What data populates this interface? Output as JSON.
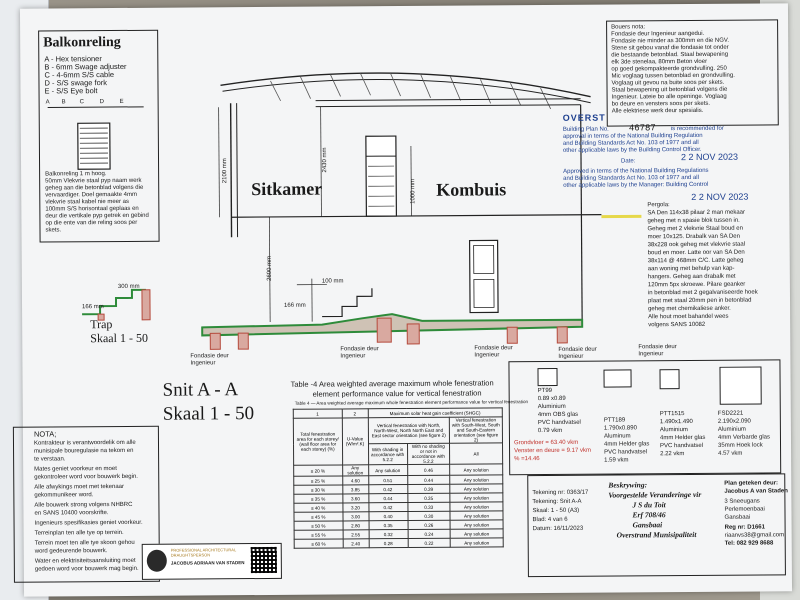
{
  "balkon": {
    "title": "Balkonreling",
    "legend": [
      "A - Hex tensioner",
      "B - 6mm Swage adjuster",
      "C - 4-6mm S/S cable",
      "D - S/S swage fork",
      "E - S/S Eye bolt"
    ],
    "letters": [
      "A",
      "B",
      "C",
      "D",
      "E"
    ],
    "notes": [
      "Balkonreling 1 m hoog.",
      "50mm Vlekvrie staal pyp naam werk",
      "geheg aan die betonblad volgens die",
      "vervaardiger. Doel gemaakte 4mm",
      "vlekvrie staal kabel nie meer as",
      "100mm S/S horisontaal geplaas en",
      "deur die vertikale pyp getrek en gebind",
      "op die ente van die reling soos per",
      "skets."
    ]
  },
  "bouers": {
    "title": "Bouers nota:",
    "lines": [
      "Fondasie deur Ingenieur aangedui.",
      "Fondasie nie minder as 300mm en die NGV.",
      "Stene sit gebou vanaf die fondasie tot onder",
      "die bestaande betonblad. Staal bewapening",
      "elk 3de stenelaa, 80mm Beton vloer",
      "op goed gekompakteerde grondvulling. 250",
      "Mic voglaag tussen betonblad en grondvulling.",
      "Voglaag uit gevou na buite soos per skets.",
      "Staal bewapening uit betonblad volgens die",
      "Ingenieur. Lateie bo alle openinge. Voglaag",
      "bo deure en vensters soos per skets.",
      "Alle elektriese werk deur spesialis."
    ],
    "overstrand_label": "OVERST",
    "approval_lines": [
      "Building Plan No.",
      "is recommended for",
      "approval in terms of the National Building Regulation",
      "and Building Standards Act No. 103 of 1977 and all",
      "other applicable laws by the Building Control Officer.",
      "Date:",
      "Approved in terms of the National Building Regulations",
      "and Building Standards Act No. 103 of 1977 and all",
      "other applicable laws by the Manager: Building Control"
    ],
    "plan_no": "46787",
    "date_stamp_1": "2 2 NOV 2023",
    "date_stamp_2": "2 2 NOV 2023"
  },
  "pergola": {
    "lines": [
      "Pergola:",
      "SA Den 114x38 pilaar 2 man mekaar",
      "geheg met n spasie blok tussen in.",
      "Geheg met 2 vlekvrie Staal boud en",
      "moer 10x125. Drabalk van SA Den",
      "38x228 ook geheg met vlekvrie staal",
      "boud en moer. Latte oor van SA Den",
      "38x114 @ 468mm C/C. Latte geheg",
      "aan woning met behulp van kap-",
      "hangers. Geheg aan drabalk met",
      "120mm 5px skroewe. Pilare geanker",
      "in betonblad met 2 gegalvaniseerde hoek",
      "plaat met staal 20mm pen in betonblad",
      "geheg met chemikaliese anker.",
      "Alle hout moet bahandel wees",
      "volgens SANS 10082"
    ]
  },
  "drawing": {
    "room_1": "Sitkamer",
    "room_2": "Kombuis",
    "dim_2100": "2100 mm",
    "dim_2430": "2430 mm",
    "dim_1000": "1000 mm",
    "dim_2600": "2600 mm",
    "dim_100": "100 mm",
    "dim_166": "166 mm",
    "dim_300": "300 mm",
    "dim_166_small": "166 mm",
    "fond_1": "Fondasie deur\nIngenieur",
    "fond_2": "Fondasie deur\nIngenieur",
    "fond_3": "Fondasie deur\nIngenieur",
    "fond_4": "Fondasie deur\nIngenieur",
    "fond_5": "Fondasie deur\nIngenieur",
    "trap_title": "Trap",
    "trap_scale": "Skaal 1 - 50",
    "snit_title": "Snit A - A",
    "snit_scale": "Skaal 1 - 50"
  },
  "nota": {
    "title": "NOTA;",
    "lines": [
      "Kontrakteur is verantwoordelik om alle",
      "munisipale bouregulasie na tekom en",
      "te verstaan.",
      "Mates geniet voorkeur en moet",
      "gekontroleer word voor bouwerk begin.",
      "Alle afwykings moet met tekenaar",
      "gekommunikeer word.",
      "Alle bouwerk strong volgens NHBRC",
      "en SANS 10400 voorskrifte.",
      "Ingenieurs spesifikasies geniet voorkeur.",
      "Terreinplan ten alle tye op terrein.",
      "Terrein moet ten alle tye skoon gehou",
      "word gedeurende bouwerk.",
      "Water en elektrisiteitsaansluiting moet",
      "gedoen word voor bouwerk mag begin."
    ]
  },
  "logo": {
    "line_1": "PROFESSIONAL ARCHITECTURAL",
    "line_2": "DRAUGHTSPERSON",
    "name": "JACOBUS ADRIAAN VAN STADEN"
  },
  "table4": {
    "title": "Table -4 Area weighted average maximum whole fenestration",
    "title_2": "element performance value for vertical fenestration",
    "sub": "Table 4 — Area weighted average maximum whole fenestration element performance value for vertical fenestration",
    "col_nums": [
      "1",
      "2",
      "3",
      "4",
      "5"
    ],
    "group_header": "Maximum solar heat gain coefficient (SHGC)",
    "h_total": "Total fenestration area for each storey/ (wall floor area for each storey) (%)",
    "h_uvalue": "U-Value (W/m².K)",
    "h_c3": "Vertical fenestration with North, North-West, North North East and East sector orientation (see figure 2)",
    "h_c4": "Vertical fenestration with South-West, South and South-Eastern orientation (see figure 2)",
    "h_shade": "With shading in accordance with 5.2.2",
    "h_noshade": "With no shading or not in accordance with 5.2.2",
    "h_all": "All",
    "rows": [
      [
        "≤ 20 %",
        "Any solution",
        "Any solution",
        "0.46",
        "Any solution"
      ],
      [
        "≤ 25 %",
        "4.60",
        "0.51",
        "0.44",
        "Any solution"
      ],
      [
        "≤ 30 %",
        "3.85",
        "0.42",
        "0.39",
        "Any solution"
      ],
      [
        "≤ 35 %",
        "3.60",
        "0.44",
        "0.35",
        "Any solution"
      ],
      [
        "≤ 40 %",
        "3.20",
        "0.42",
        "0.33",
        "Any solution"
      ],
      [
        "≤ 45 %",
        "3.00",
        "0.40",
        "0.30",
        "Any solution"
      ],
      [
        "≤ 50 %",
        "2.80",
        "0.35",
        "0.26",
        "Any solution"
      ],
      [
        "≤ 55 %",
        "2.55",
        "0.32",
        "0.24",
        "Any solution"
      ],
      [
        "≤ 60 %",
        "2.40",
        "0.28",
        "0.22",
        "Any solution"
      ]
    ]
  },
  "windows": {
    "pt99": [
      "PT99",
      "0.89 x0.89",
      "Aluminium",
      "4mm OBS glas",
      "PVC handvatsel",
      "0.79 vkm"
    ],
    "ptt189": [
      "PTT189",
      "1.790x0.890",
      "Aluminum",
      "4mm Helder glas",
      "PVC handvatsel",
      "1.59 vkm"
    ],
    "ptt1515": [
      "PTT1515",
      "1.490x1.490",
      "Aluminium",
      "4mm Helder glas",
      "PVC handvatsel",
      "2.22 vkm"
    ],
    "fsd2221": [
      "FSD2221",
      "2.190x2.090",
      "Aluminium",
      "4mm Verbarde glas",
      "35mm Hoek lock",
      "4.57 vkm"
    ],
    "floor_lines": [
      "Grondvloer = 63.40 vkm",
      "Venster en deure = 9.17 vkm",
      "% =14.46"
    ]
  },
  "titleblock": {
    "left": [
      "Tekening nr:  0363/17",
      "Tekening: Snit A-A",
      "Skaal: 1 - 50 (A3)",
      "Blad: 4 van 6",
      "Datum: 16/11/2023"
    ],
    "beskrywing_label": "Beskrywing:",
    "beskrywing": [
      "Voorgestelde Veranderinge vir",
      "J S du Toit",
      "Erf  708/46",
      "Gansbaai",
      "Overstrand Munisipaliteit"
    ],
    "geteken": [
      "Plan geteken deur:",
      "Jacobus A van Staden",
      "3 Sneeugans",
      "Perlemoenbaai",
      "Gansbaai",
      "Reg nr: D1661",
      "riaanvs38@gmail.com",
      "Tel: 082 929 8688"
    ]
  },
  "colors": {
    "paper": "#f4f5f6",
    "ink": "#1a1a1a",
    "green": "#2e8b3a",
    "brick": "#b54a3c",
    "yellow": "#e6d84a",
    "red": "#c0302a"
  }
}
